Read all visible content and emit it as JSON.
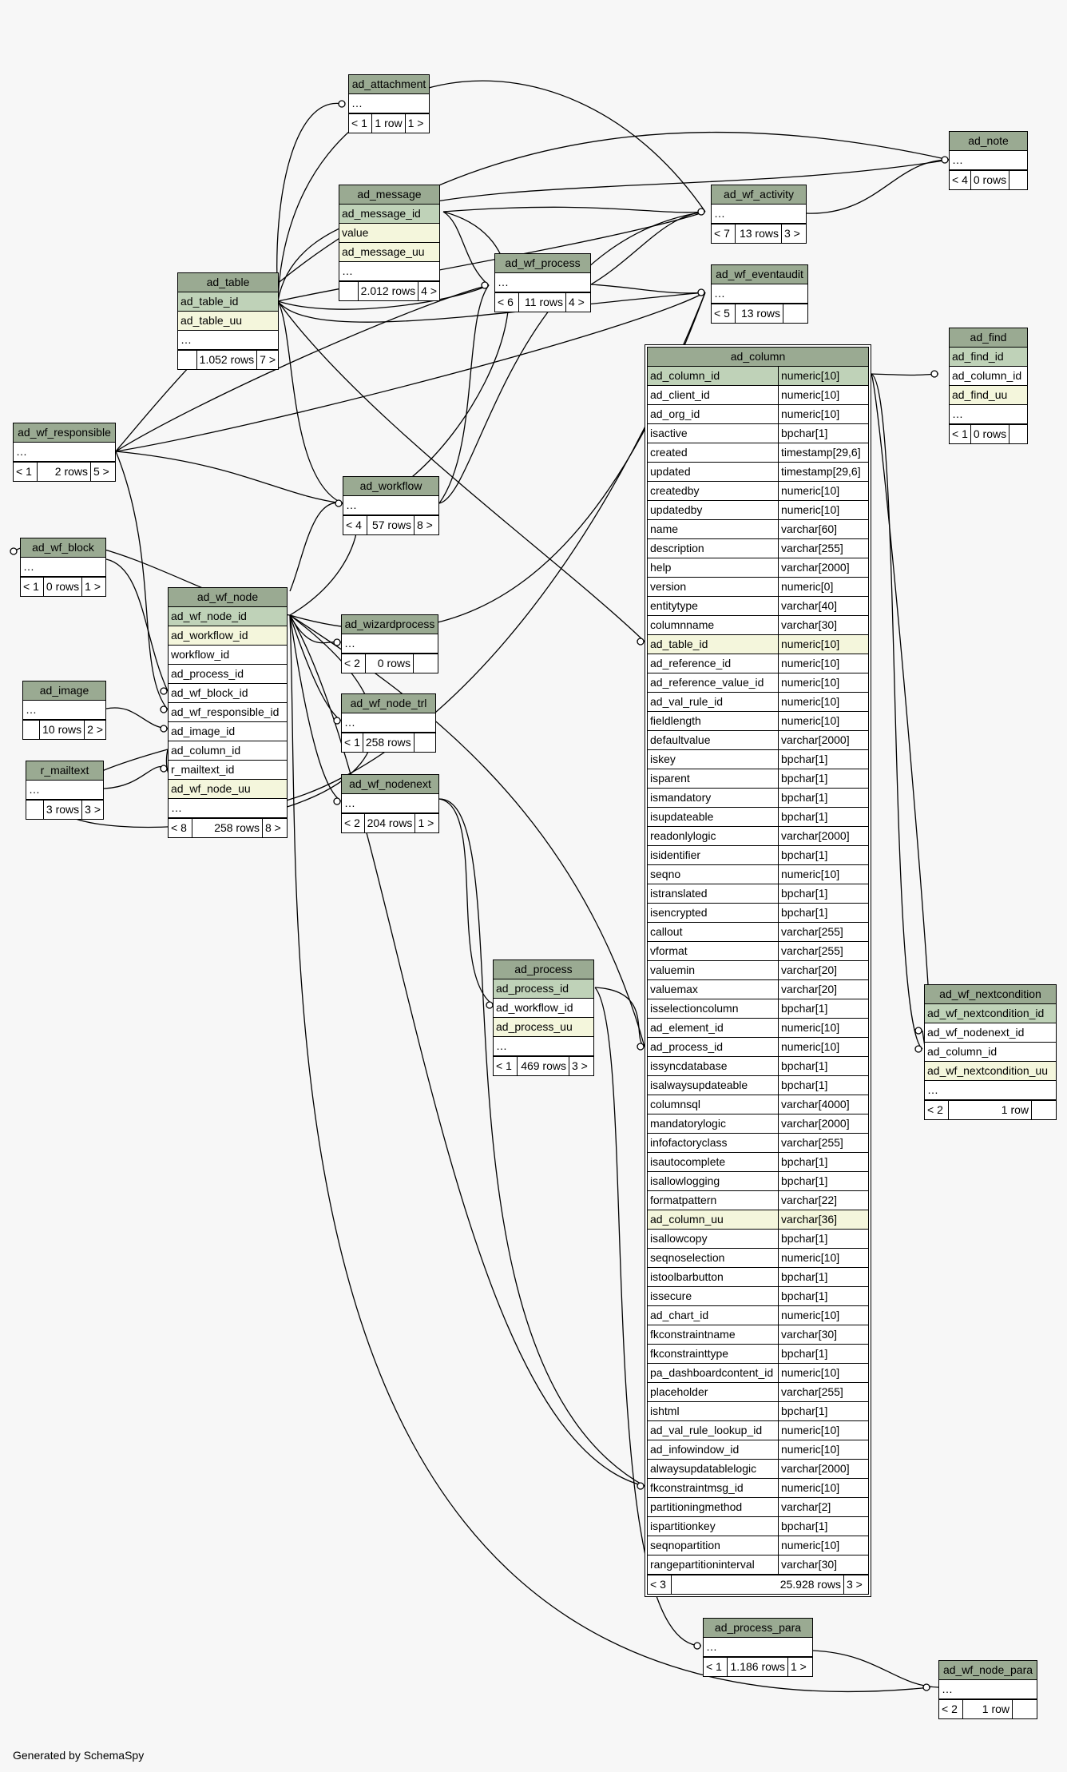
{
  "generated_by": "Generated by SchemaSpy",
  "tables": [
    {
      "id": "ad_attachment",
      "name": "ad_attachment",
      "cols": [
        [
          "…",
          ""
        ]
      ],
      "parents": "< 1",
      "rows": "1 row",
      "children": "1 >"
    },
    {
      "id": "ad_note",
      "name": "ad_note",
      "cols": [
        [
          "…",
          ""
        ]
      ],
      "parents": "< 4",
      "rows": "0 rows",
      "children": ""
    },
    {
      "id": "ad_message",
      "name": "ad_message",
      "cols": [
        [
          "ad_message_id",
          "",
          "pk"
        ],
        [
          "value",
          "",
          "uk"
        ],
        [
          "ad_message_uu",
          "",
          "uk"
        ],
        [
          "…",
          ""
        ]
      ],
      "parents": "",
      "rows": "2.012 rows",
      "children": "4 >"
    },
    {
      "id": "ad_wf_activity",
      "name": "ad_wf_activity",
      "cols": [
        [
          "…",
          ""
        ]
      ],
      "parents": "< 7",
      "rows": "13 rows",
      "children": "3 >"
    },
    {
      "id": "ad_wf_process",
      "name": "ad_wf_process",
      "cols": [
        [
          "…",
          ""
        ]
      ],
      "parents": "< 6",
      "rows": "11 rows",
      "children": "4 >"
    },
    {
      "id": "ad_wf_eventaudit",
      "name": "ad_wf_eventaudit",
      "cols": [
        [
          "…",
          ""
        ]
      ],
      "parents": "< 5",
      "rows": "13 rows",
      "children": ""
    },
    {
      "id": "ad_table",
      "name": "ad_table",
      "cols": [
        [
          "ad_table_id",
          "",
          "pk"
        ],
        [
          "ad_table_uu",
          "",
          "uk"
        ],
        [
          "…",
          ""
        ]
      ],
      "parents": "",
      "rows": "1.052 rows",
      "children": "7 >"
    },
    {
      "id": "ad_find",
      "name": "ad_find",
      "cols": [
        [
          "ad_find_id",
          "",
          "pk"
        ],
        [
          "ad_column_id",
          ""
        ],
        [
          "ad_find_uu",
          "",
          "uk"
        ],
        [
          "…",
          ""
        ]
      ],
      "parents": "< 1",
      "rows": "0 rows",
      "children": ""
    },
    {
      "id": "ad_wf_responsible",
      "name": "ad_wf_responsible",
      "cols": [
        [
          "…",
          ""
        ]
      ],
      "parents": "< 1",
      "rows": "2 rows",
      "children": "5 >"
    },
    {
      "id": "ad_workflow",
      "name": "ad_workflow",
      "cols": [
        [
          "…",
          ""
        ]
      ],
      "parents": "< 4",
      "rows": "57 rows",
      "children": "8 >"
    },
    {
      "id": "ad_wf_block",
      "name": "ad_wf_block",
      "cols": [
        [
          "…",
          ""
        ]
      ],
      "parents": "< 1",
      "rows": "0 rows",
      "children": "1 >"
    },
    {
      "id": "ad_wf_node",
      "name": "ad_wf_node",
      "cols": [
        [
          "ad_wf_node_id",
          "",
          "pk"
        ],
        [
          "ad_workflow_id",
          "",
          "uk"
        ],
        [
          "workflow_id",
          ""
        ],
        [
          "ad_process_id",
          ""
        ],
        [
          "ad_wf_block_id",
          ""
        ],
        [
          "ad_wf_responsible_id",
          ""
        ],
        [
          "ad_image_id",
          ""
        ],
        [
          "ad_column_id",
          ""
        ],
        [
          "r_mailtext_id",
          ""
        ],
        [
          "ad_wf_node_uu",
          "",
          "uk"
        ],
        [
          "…",
          ""
        ]
      ],
      "parents": "< 8",
      "rows": "258 rows",
      "children": "8 >"
    },
    {
      "id": "ad_wizardprocess",
      "name": "ad_wizardprocess",
      "cols": [
        [
          "…",
          ""
        ]
      ],
      "parents": "< 2",
      "rows": "0 rows",
      "children": ""
    },
    {
      "id": "ad_image",
      "name": "ad_image",
      "cols": [
        [
          "…",
          ""
        ]
      ],
      "parents": "",
      "rows": "10 rows",
      "children": "2 >"
    },
    {
      "id": "ad_wf_node_trl",
      "name": "ad_wf_node_trl",
      "cols": [
        [
          "…",
          ""
        ]
      ],
      "parents": "< 1",
      "rows": "258 rows",
      "children": ""
    },
    {
      "id": "r_mailtext",
      "name": "r_mailtext",
      "cols": [
        [
          "…",
          ""
        ]
      ],
      "parents": "",
      "rows": "3 rows",
      "children": "3 >"
    },
    {
      "id": "ad_wf_nodenext",
      "name": "ad_wf_nodenext",
      "cols": [
        [
          "…",
          ""
        ]
      ],
      "parents": "< 2",
      "rows": "204 rows",
      "children": "1 >"
    },
    {
      "id": "ad_process",
      "name": "ad_process",
      "cols": [
        [
          "ad_process_id",
          "",
          "pk"
        ],
        [
          "ad_workflow_id",
          ""
        ],
        [
          "ad_process_uu",
          "",
          "uk"
        ],
        [
          "…",
          ""
        ]
      ],
      "parents": "< 1",
      "rows": "469 rows",
      "children": "3 >"
    },
    {
      "id": "ad_wf_nextcondition",
      "name": "ad_wf_nextcondition",
      "cols": [
        [
          "ad_wf_nextcondition_id",
          "",
          "pk"
        ],
        [
          "ad_wf_nodenext_id",
          ""
        ],
        [
          "ad_column_id",
          ""
        ],
        [
          "ad_wf_nextcondition_uu",
          "",
          "uk"
        ],
        [
          "…",
          ""
        ]
      ],
      "parents": "< 2",
      "rows": "1 row",
      "children": ""
    },
    {
      "id": "ad_process_para",
      "name": "ad_process_para",
      "cols": [
        [
          "…",
          ""
        ]
      ],
      "parents": "< 1",
      "rows": "1.186 rows",
      "children": "1 >"
    },
    {
      "id": "ad_wf_node_para",
      "name": "ad_wf_node_para",
      "cols": [
        [
          "…",
          ""
        ]
      ],
      "parents": "< 2",
      "rows": "1 row",
      "children": ""
    },
    {
      "id": "ad_column",
      "name": "ad_column",
      "main": true,
      "cols": [
        [
          "ad_column_id",
          "numeric[10]",
          "pk"
        ],
        [
          "ad_client_id",
          "numeric[10]"
        ],
        [
          "ad_org_id",
          "numeric[10]"
        ],
        [
          "isactive",
          "bpchar[1]"
        ],
        [
          "created",
          "timestamp[29,6]"
        ],
        [
          "updated",
          "timestamp[29,6]"
        ],
        [
          "createdby",
          "numeric[10]"
        ],
        [
          "updatedby",
          "numeric[10]"
        ],
        [
          "name",
          "varchar[60]"
        ],
        [
          "description",
          "varchar[255]"
        ],
        [
          "help",
          "varchar[2000]"
        ],
        [
          "version",
          "numeric[0]"
        ],
        [
          "entitytype",
          "varchar[40]"
        ],
        [
          "columnname",
          "varchar[30]"
        ],
        [
          "ad_table_id",
          "numeric[10]",
          "uk"
        ],
        [
          "ad_reference_id",
          "numeric[10]"
        ],
        [
          "ad_reference_value_id",
          "numeric[10]"
        ],
        [
          "ad_val_rule_id",
          "numeric[10]"
        ],
        [
          "fieldlength",
          "numeric[10]"
        ],
        [
          "defaultvalue",
          "varchar[2000]"
        ],
        [
          "iskey",
          "bpchar[1]"
        ],
        [
          "isparent",
          "bpchar[1]"
        ],
        [
          "ismandatory",
          "bpchar[1]"
        ],
        [
          "isupdateable",
          "bpchar[1]"
        ],
        [
          "readonlylogic",
          "varchar[2000]"
        ],
        [
          "isidentifier",
          "bpchar[1]"
        ],
        [
          "seqno",
          "numeric[10]"
        ],
        [
          "istranslated",
          "bpchar[1]"
        ],
        [
          "isencrypted",
          "bpchar[1]"
        ],
        [
          "callout",
          "varchar[255]"
        ],
        [
          "vformat",
          "varchar[255]"
        ],
        [
          "valuemin",
          "varchar[20]"
        ],
        [
          "valuemax",
          "varchar[20]"
        ],
        [
          "isselectioncolumn",
          "bpchar[1]"
        ],
        [
          "ad_element_id",
          "numeric[10]"
        ],
        [
          "ad_process_id",
          "numeric[10]"
        ],
        [
          "issyncdatabase",
          "bpchar[1]"
        ],
        [
          "isalwaysupdateable",
          "bpchar[1]"
        ],
        [
          "columnsql",
          "varchar[4000]"
        ],
        [
          "mandatorylogic",
          "varchar[2000]"
        ],
        [
          "infofactoryclass",
          "varchar[255]"
        ],
        [
          "isautocomplete",
          "bpchar[1]"
        ],
        [
          "isallowlogging",
          "bpchar[1]"
        ],
        [
          "formatpattern",
          "varchar[22]"
        ],
        [
          "ad_column_uu",
          "varchar[36]",
          "uk"
        ],
        [
          "isallowcopy",
          "bpchar[1]"
        ],
        [
          "seqnoselection",
          "numeric[10]"
        ],
        [
          "istoolbarbutton",
          "bpchar[1]"
        ],
        [
          "issecure",
          "bpchar[1]"
        ],
        [
          "ad_chart_id",
          "numeric[10]"
        ],
        [
          "fkconstraintname",
          "varchar[30]"
        ],
        [
          "fkconstrainttype",
          "bpchar[1]"
        ],
        [
          "pa_dashboardcontent_id",
          "numeric[10]"
        ],
        [
          "placeholder",
          "varchar[255]"
        ],
        [
          "ishtml",
          "bpchar[1]"
        ],
        [
          "ad_val_rule_lookup_id",
          "numeric[10]"
        ],
        [
          "ad_infowindow_id",
          "numeric[10]"
        ],
        [
          "alwaysupdatablelogic",
          "varchar[2000]"
        ],
        [
          "fkconstraintmsg_id",
          "numeric[10]"
        ],
        [
          "partitioningmethod",
          "varchar[2]"
        ],
        [
          "ispartitionkey",
          "bpchar[1]"
        ],
        [
          "seqnopartition",
          "numeric[10]"
        ],
        [
          "rangepartitioninterval",
          "varchar[30]"
        ]
      ],
      "parents": "< 3",
      "rows": "25.928 rows",
      "children": "3 >"
    }
  ]
}
